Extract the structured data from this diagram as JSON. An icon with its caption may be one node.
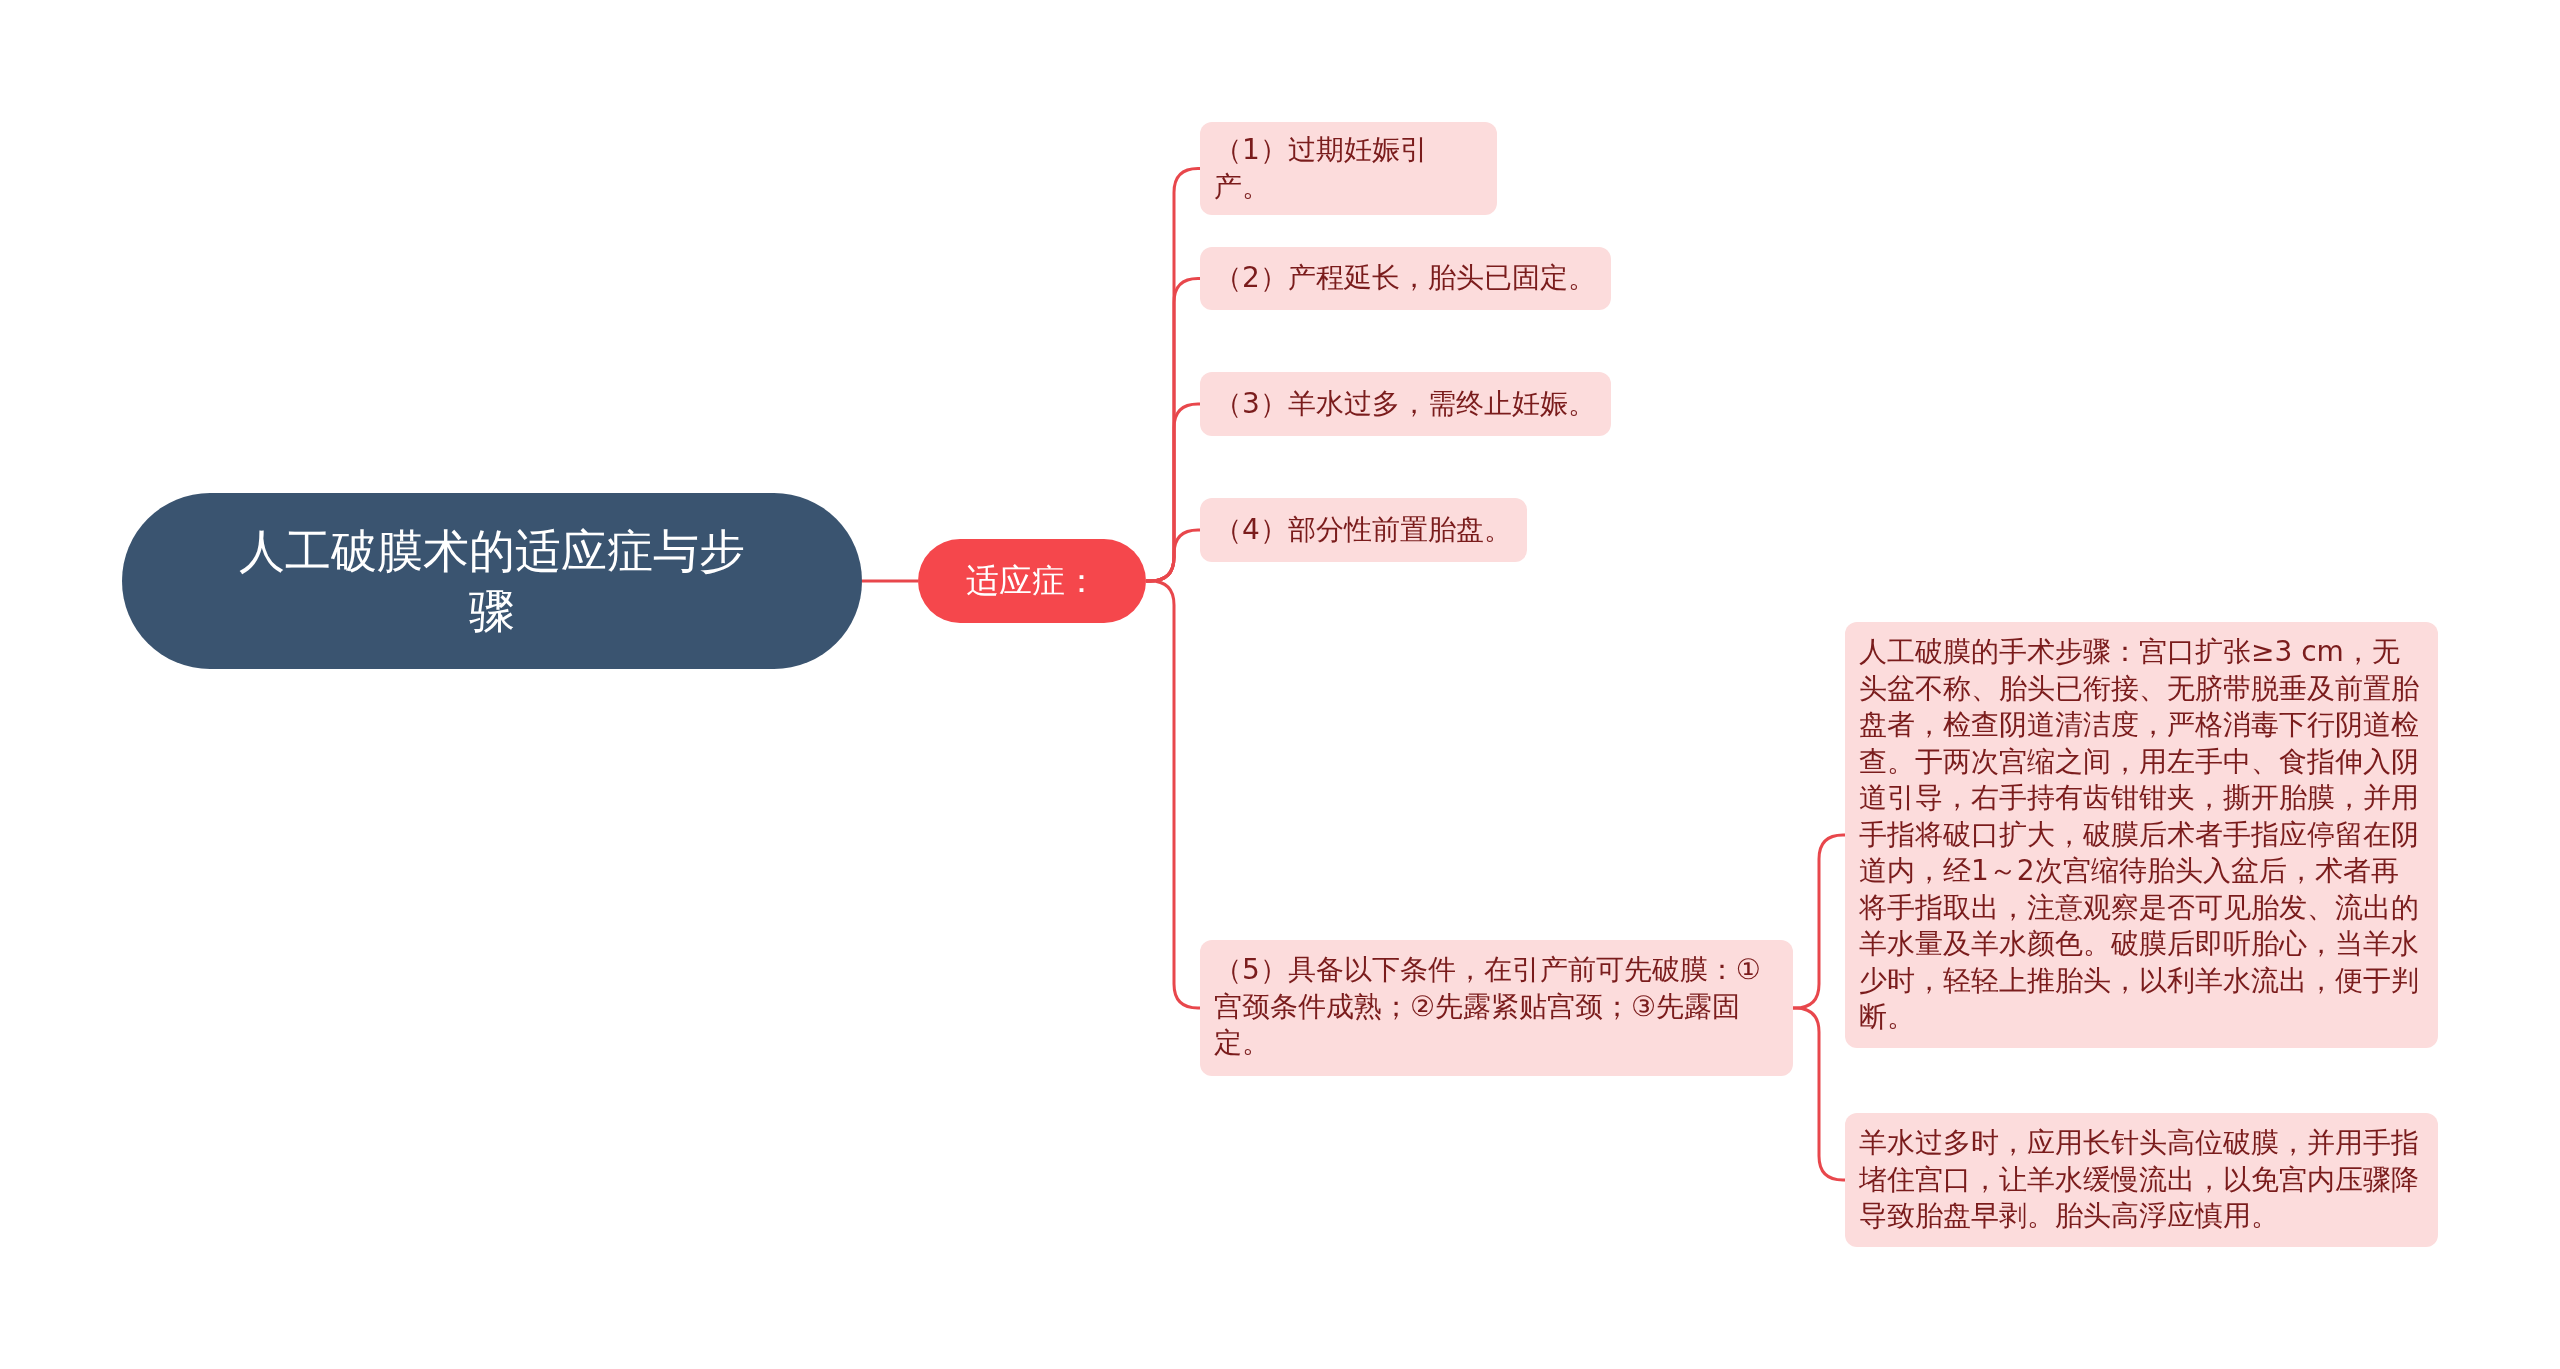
{
  "diagram": {
    "nodes": [
      {
        "text": [
          "人工破膜术的适应症与步骤"
        ]
      },
      {
        "text": [
          "适应症："
        ]
      },
      {
        "text": [
          "（1）过期妊娠引产。"
        ]
      },
      {
        "text": [
          "（2）产程延长，胎头已固定。"
        ]
      },
      {
        "text": [
          "（3）羊水过多，需终止妊娠。"
        ]
      },
      {
        "text": [
          "（4）部分性前置胎盘。"
        ]
      },
      {
        "text": [
          "（5）具备以下条件，在引产前可先破膜：①宫颈条件成熟；②先露紧贴宫颈；③先露固定。"
        ]
      },
      {
        "text": [
          "人工破膜的手术步骤：宫口扩张≥3 cm，无头盆不称、胎头已衔接、无脐带脱垂及前置胎盘者，检查阴道清洁度，严格消毒下行阴道检查。于两次宫缩之间，用左手中、食指伸入阴道引导，右手持有齿钳钳夹，撕开胎膜，并用手指将破口扩大，破膜后术者手指应停留在阴道内，经1～2次宫缩待胎头入盆后，术者再将手指取出，注意观察是否可见胎发、流出的羊水量及羊水颜色。破膜后即听胎心，当羊水少时，轻轻上推胎头，以利羊水流出，便于判断。"
        ]
      },
      {
        "text": [
          "羊水过多时，应用长针头高位破膜，并用手指堵住宫口，让羊水缓慢流出，以免宫内压骤降导致胎盘早剥。胎头高浮应慎用。"
        ]
      }
    ],
    "edges": [
      {
        "from": 0,
        "to": 1,
        "arrow": "none"
      },
      {
        "from": 1,
        "to": 2,
        "arrow": "none"
      },
      {
        "from": 1,
        "to": 3,
        "arrow": "none"
      },
      {
        "from": 1,
        "to": 4,
        "arrow": "none"
      },
      {
        "from": 1,
        "to": 5,
        "arrow": "none"
      },
      {
        "from": 1,
        "to": 6,
        "arrow": "none"
      },
      {
        "from": 6,
        "to": 7,
        "arrow": "none"
      },
      {
        "from": 6,
        "to": 8,
        "arrow": "none"
      }
    ]
  }
}
